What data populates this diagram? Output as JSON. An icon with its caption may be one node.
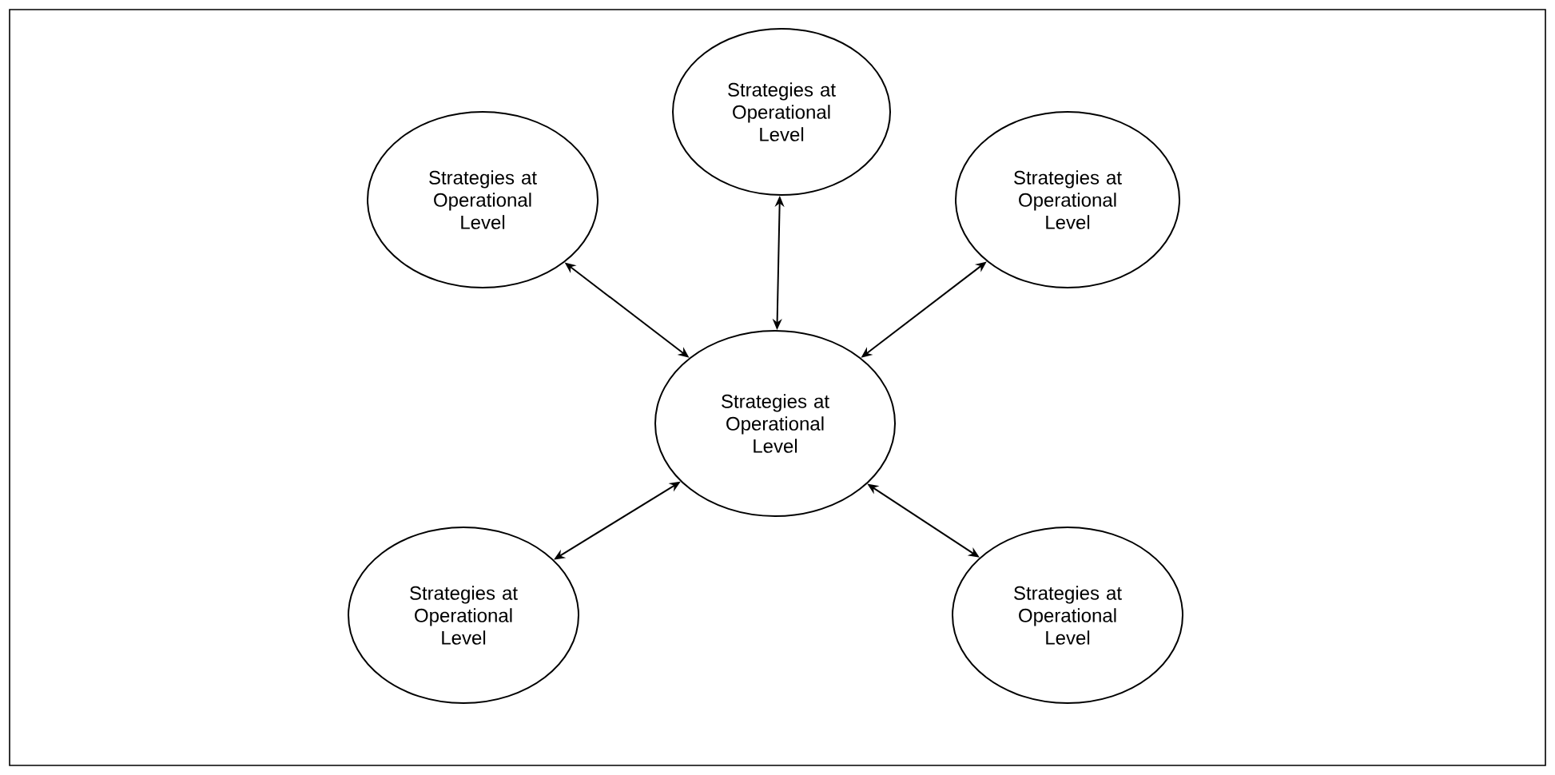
{
  "diagram": {
    "nodes": [
      {
        "text": [
          "Strategies at Operational Level"
        ]
      },
      {
        "text": [
          "Strategies at Operational Level"
        ]
      },
      {
        "text": [
          "Strategies at Operational Level"
        ]
      },
      {
        "text": [
          "Strategies at Operational Level"
        ]
      },
      {
        "text": [
          "Strategies at Operational Level"
        ]
      },
      {
        "text": [
          "Strategies at Operational Level"
        ]
      }
    ],
    "edges": [
      {
        "from": 3,
        "to": 0,
        "arrow": "both"
      },
      {
        "from": 3,
        "to": 1,
        "arrow": "both"
      },
      {
        "from": 3,
        "to": 2,
        "arrow": "both"
      },
      {
        "from": 3,
        "to": 4,
        "arrow": "both"
      },
      {
        "from": 3,
        "to": 5,
        "arrow": "both"
      }
    ]
  }
}
